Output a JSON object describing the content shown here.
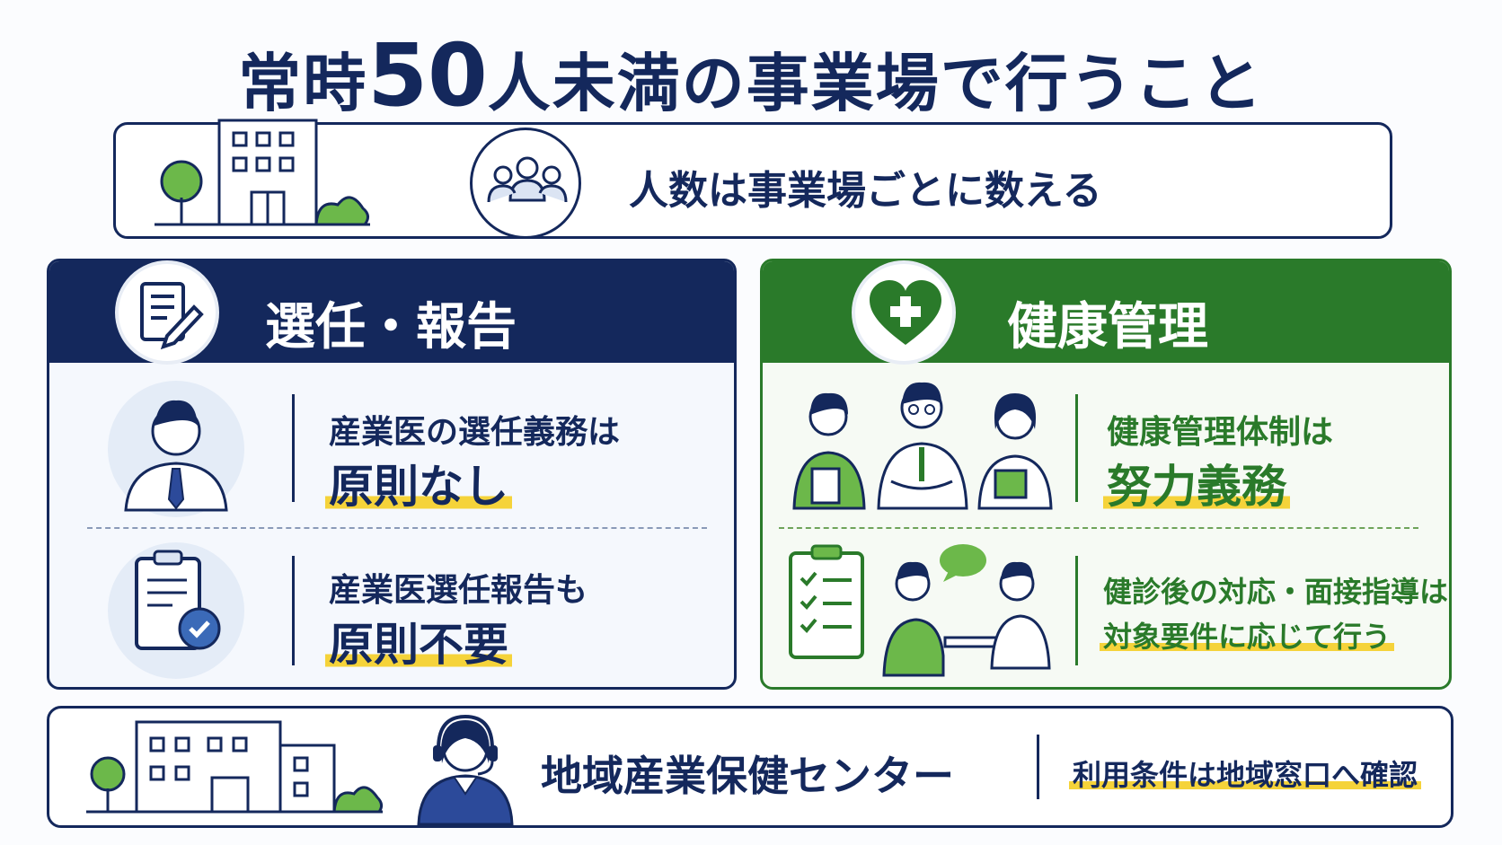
{
  "title": {
    "prefix": "常時",
    "number": "50",
    "suffix": "人未満の事業場で行うこと"
  },
  "counting": {
    "text": "人数は事業場ごとに数える",
    "icon": "people-group-icon"
  },
  "left_panel": {
    "heading": "選任・報告",
    "heading_icon": "document-pen-icon",
    "items": [
      {
        "line1": "産業医の選任義務は",
        "line2": "原則なし",
        "icon": "doctor-avatar-icon"
      },
      {
        "line1": "産業医選任報告も",
        "line2": "原則不要",
        "icon": "clipboard-check-icon"
      }
    ]
  },
  "right_panel": {
    "heading": "健康管理",
    "heading_icon": "heart-plus-icon",
    "items": [
      {
        "line1": "健康管理体制は",
        "line2": "努力義務",
        "icon": "health-staff-icon"
      },
      {
        "line1": "健診後の対応・面接指導は",
        "line2": "対象要件に応じて行う",
        "icon": "consultation-icon"
      }
    ]
  },
  "bottom": {
    "title": "地域産業保健センター",
    "note": "利用条件は地域窓口へ確認",
    "icon": "headset-operator-icon"
  },
  "colors": {
    "navy": "#14285c",
    "green": "#2a7a2a",
    "highlight": "#f5d33a"
  }
}
